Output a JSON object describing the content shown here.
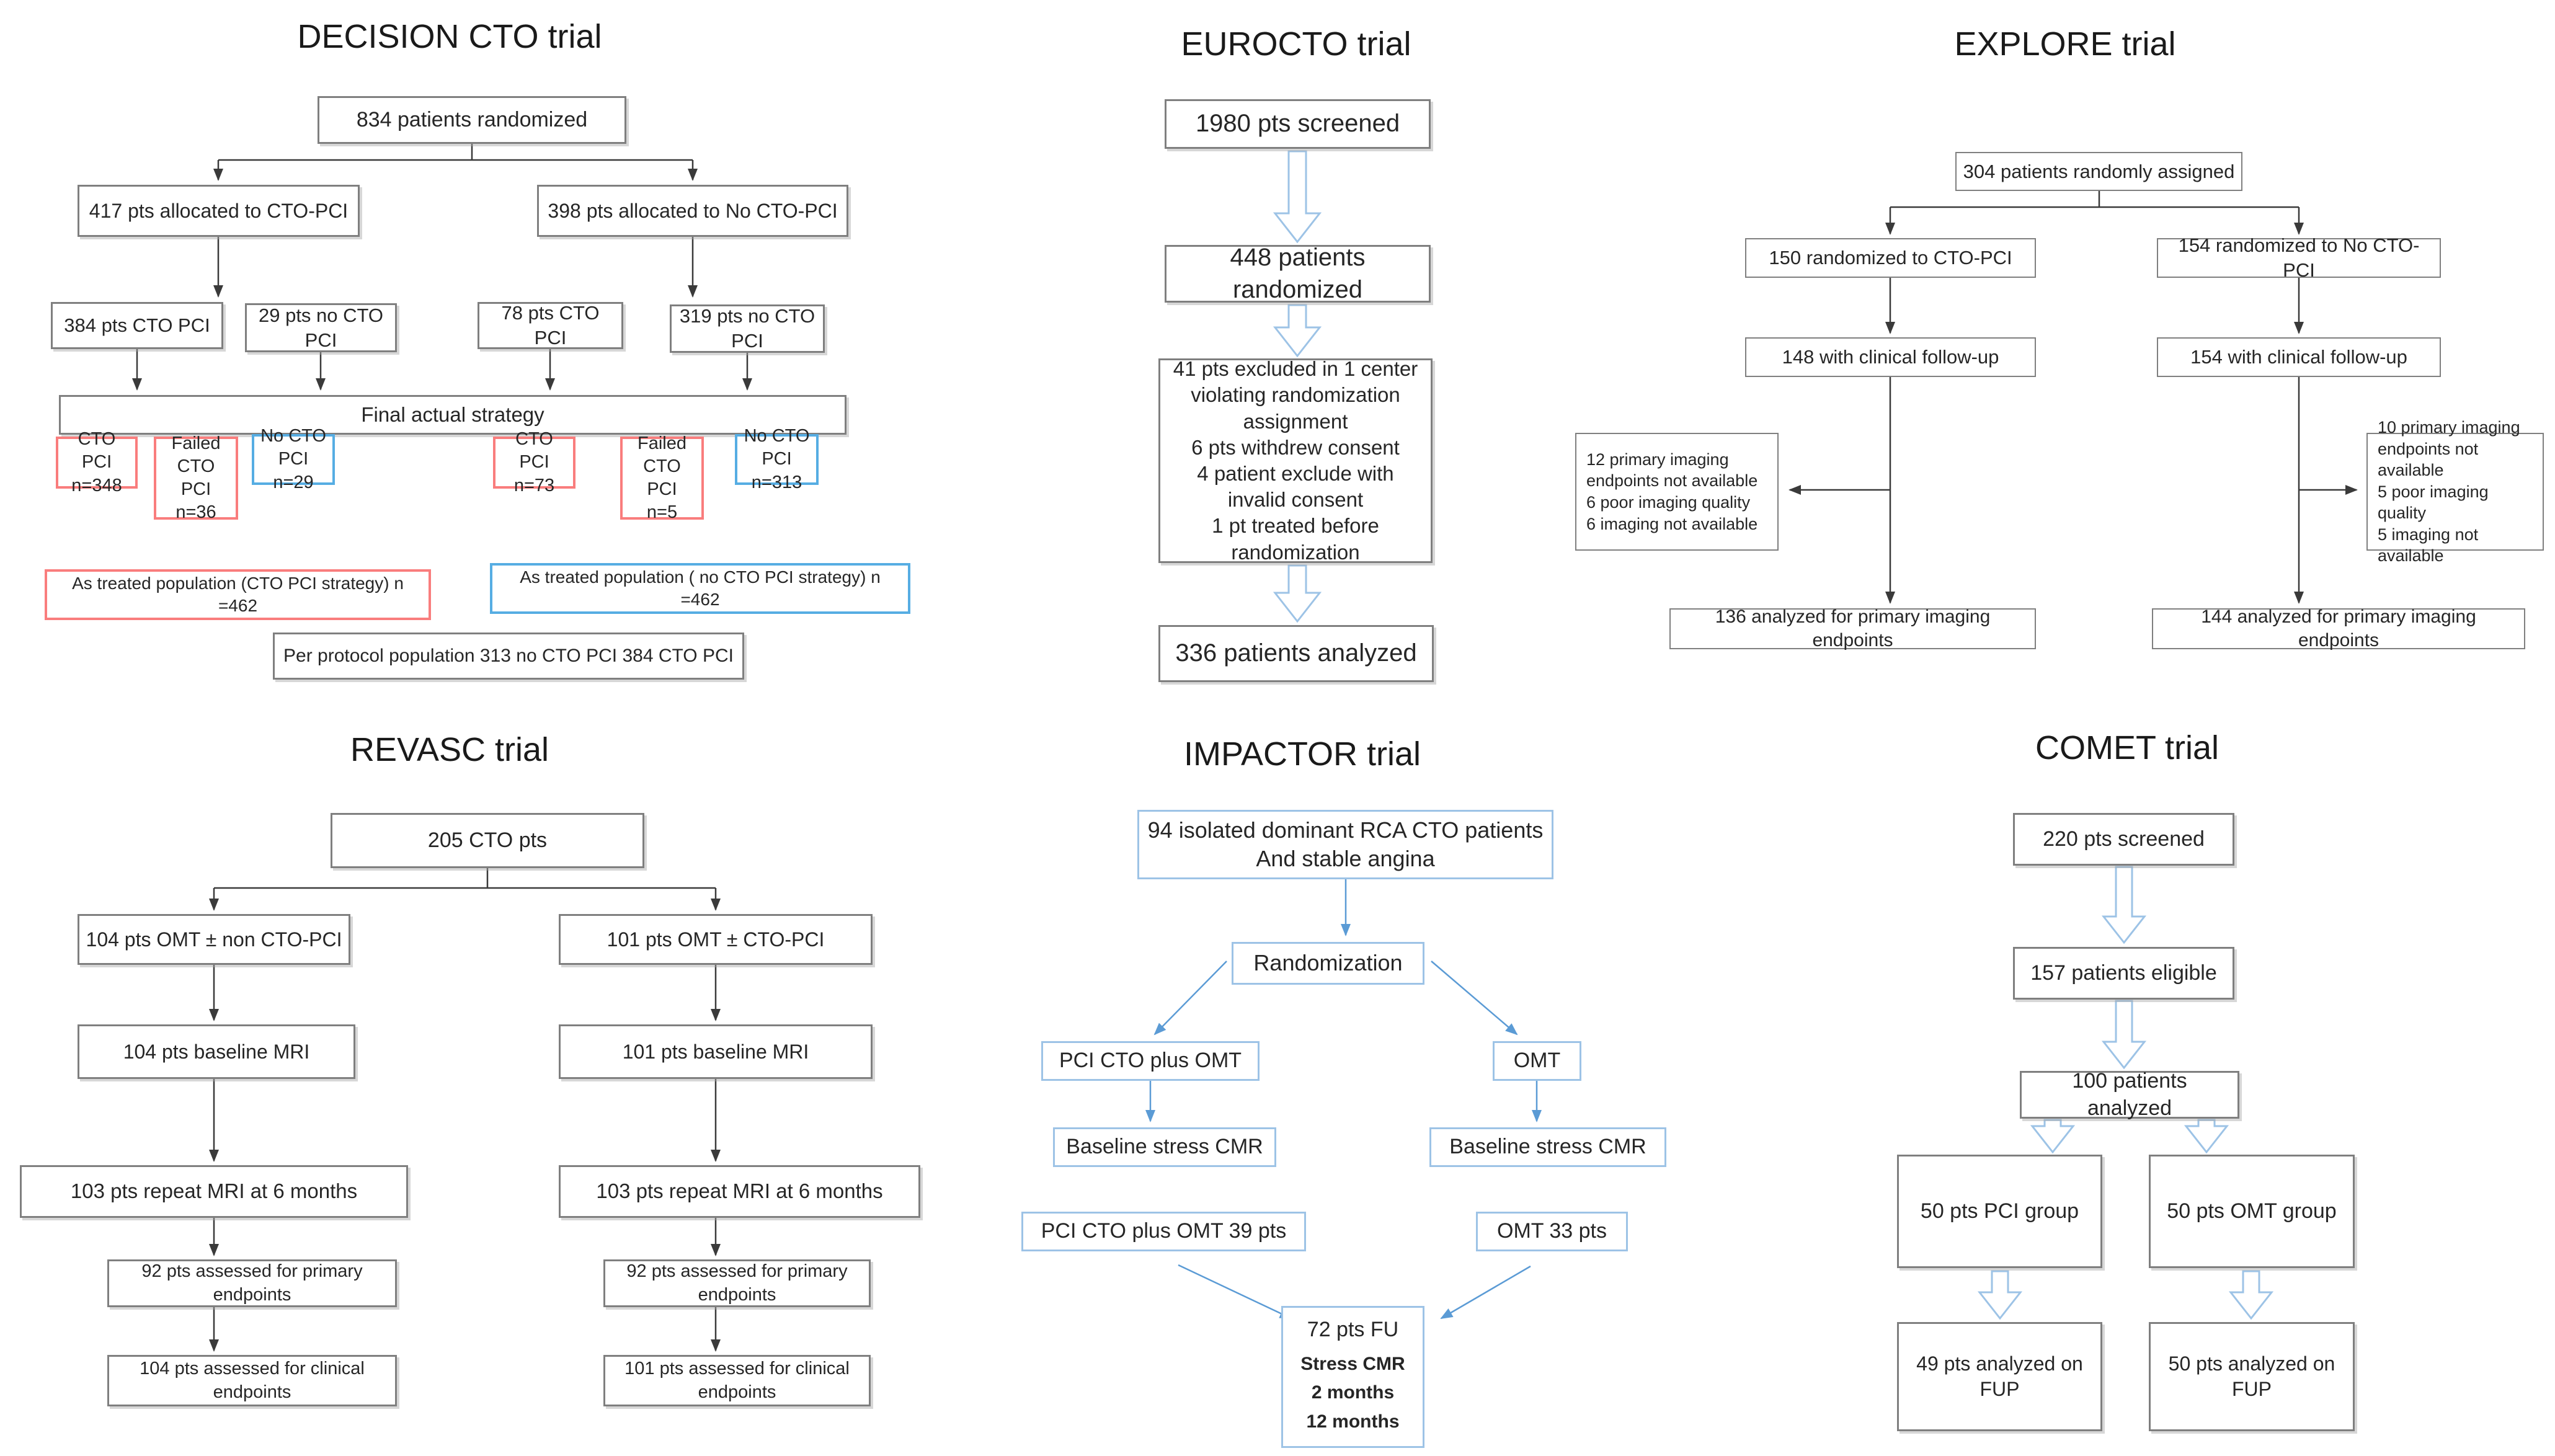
{
  "figure": {
    "type": "clinical-trial-flow-diagrams",
    "colors": {
      "red_accent": "#F97D7D",
      "blue_accent": "#56ADE3",
      "hollow_arrow_blue": "#9DC3E6",
      "thin_arrow_blue": "#5B9BD5",
      "box_border_gray": "#7F7F7F"
    }
  },
  "trials": {
    "decision": {
      "title": "DECISION CTO trial",
      "randomized": "834 patients randomized",
      "alloc_cto": "417 pts allocated to CTO-PCI",
      "alloc_nocto": "398 pts allocated to  No CTO-PCI",
      "sub_cto": "384 pts CTO PCI",
      "sub_nocto": "29 pts  no CTO PCI",
      "sub_cto2": "78 pts CTO PCI",
      "sub_nocto2": "319 pts no CTO PCI",
      "final_strategy": "Final actual strategy",
      "outcomes": [
        {
          "label": "CTO PCI\nn=348"
        },
        {
          "label": "Failed\nCTO PCI\nn=36"
        },
        {
          "label": "No CTO PCI\nn=29"
        },
        {
          "label": "CTO PCI\nn=73"
        },
        {
          "label": "Failed\nCTO PCI\nn=5"
        },
        {
          "label": "No CTO PCI\nn=313"
        }
      ],
      "as_treated_cto": "As treated population (CTO PCI strategy) n =462",
      "as_treated_nocto": "As treated population ( no CTO PCI strategy) n =462",
      "per_protocol": "Per protocol population 313 no CTO PCI 384 CTO PCI"
    },
    "eurocto": {
      "title": "EUROCTO trial",
      "screened": "1980 pts screened",
      "randomized": "448 patients\nrandomized",
      "excluded": "41 pts excluded in 1 center\nviolating randomization\nassignment\n6 pts withdrew consent\n4 patient exclude with\ninvalid consent\n1 pt treated before\nrandomization",
      "analyzed": "336 patients analyzed"
    },
    "explore": {
      "title": "EXPLORE trial",
      "assigned": "304 patients randomly assigned",
      "rand_cto": "150 randomized to CTO-PCI",
      "rand_nocto": "154 randomized to No CTO-PCI",
      "fu_cto": "148 with clinical follow-up",
      "fu_nocto": "154 with clinical follow-up",
      "excl_left": "12 primary imaging\nendpoints not available\n6 poor imaging quality\n6 imaging not available",
      "excl_right": "10 primary imaging\nendpoints not available\n5 poor imaging quality\n5 imaging not available",
      "analyzed_left": "136 analyzed for primary imaging endpoints",
      "analyzed_right": "144 analyzed for primary imaging endpoints"
    },
    "revasc": {
      "title": "REVASC trial",
      "cto_pts": "205 CTO pts",
      "arm_left": "104 pts  OMT ± non CTO-PCI",
      "arm_right": "101 pts  OMT ±  CTO-PCI",
      "mri_left": "104 pts baseline MRI",
      "mri_right": "101 pts baseline MRI",
      "repeat_left": "103 pts repeat MRI at 6 months",
      "repeat_right": "103 pts repeat MRI at 6 months",
      "primary_left": "92 pts assessed  for primary  endpoints",
      "primary_right": "92 pts assessed  for primary endpoints",
      "clinical_left": "104 pts assessed  for clinical endpoints",
      "clinical_right": "101 pts assessed  for clinical endpoints"
    },
    "impactor": {
      "title": "IMPACTOR trial",
      "patients": "94 isolated dominant RCA CTO patients\nAnd stable angina",
      "randomization": "Randomization",
      "pci_omt": "PCI CTO plus OMT",
      "omt": "OMT",
      "cmr_left": "Baseline stress CMR",
      "cmr_right": "Baseline stress CMR",
      "pci_omt_39": "PCI CTO plus OMT 39 pts",
      "omt_33": "OMT  33 pts",
      "fu_line1": "72 pts FU",
      "fu_rest": "Stress CMR\n2 months\n12 months"
    },
    "comet": {
      "title": "COMET trial",
      "screened": "220 pts screened",
      "eligible": "157 patients eligible",
      "analyzed": "100 patients analyzed",
      "pci_group": "50 pts PCI group",
      "omt_group": "50 pts OMT group",
      "fup_pci": "49 pts analyzed on FUP",
      "fup_omt": "50 pts analyzed on FUP"
    }
  }
}
